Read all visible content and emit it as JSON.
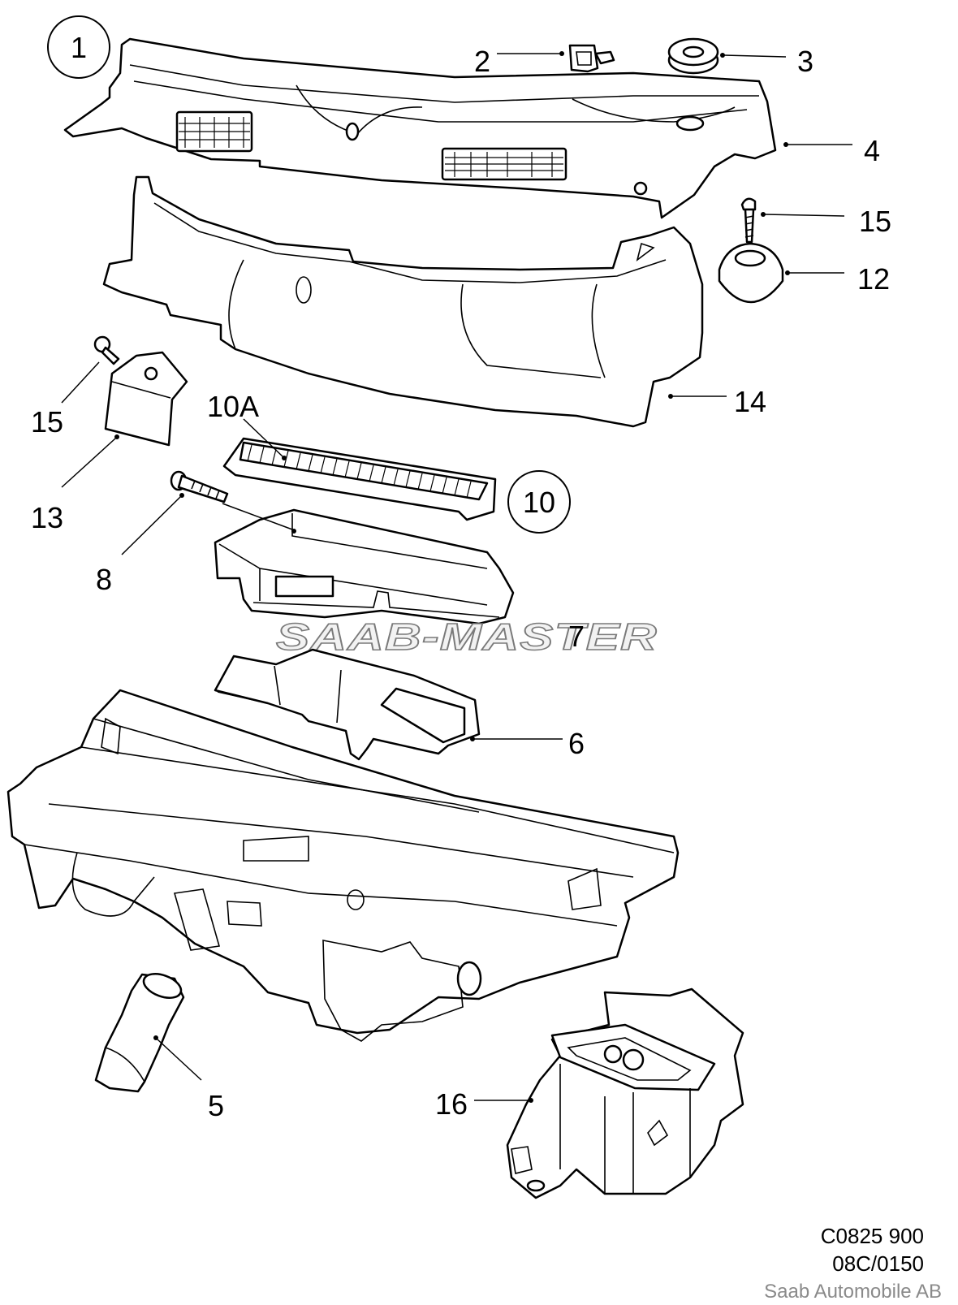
{
  "diagram": {
    "callouts": [
      {
        "id": "c1",
        "text": "1",
        "circled": true
      },
      {
        "id": "c2",
        "text": "2"
      },
      {
        "id": "c3",
        "text": "3"
      },
      {
        "id": "c4",
        "text": "4"
      },
      {
        "id": "c15a",
        "text": "15"
      },
      {
        "id": "c12",
        "text": "12"
      },
      {
        "id": "c15b",
        "text": "15"
      },
      {
        "id": "c14",
        "text": "14"
      },
      {
        "id": "c13",
        "text": "13"
      },
      {
        "id": "c10a",
        "text": "10A"
      },
      {
        "id": "c10",
        "text": "10",
        "circled": true
      },
      {
        "id": "c8",
        "text": "8"
      },
      {
        "id": "c7",
        "text": "7"
      },
      {
        "id": "c6",
        "text": "6"
      },
      {
        "id": "c5",
        "text": "5"
      },
      {
        "id": "c16",
        "text": "16"
      }
    ],
    "watermark": "SAAB-MASTER",
    "footer": {
      "code": "C0825 900",
      "ref": "08C/0150",
      "company": "Saab Automobile AB"
    }
  }
}
